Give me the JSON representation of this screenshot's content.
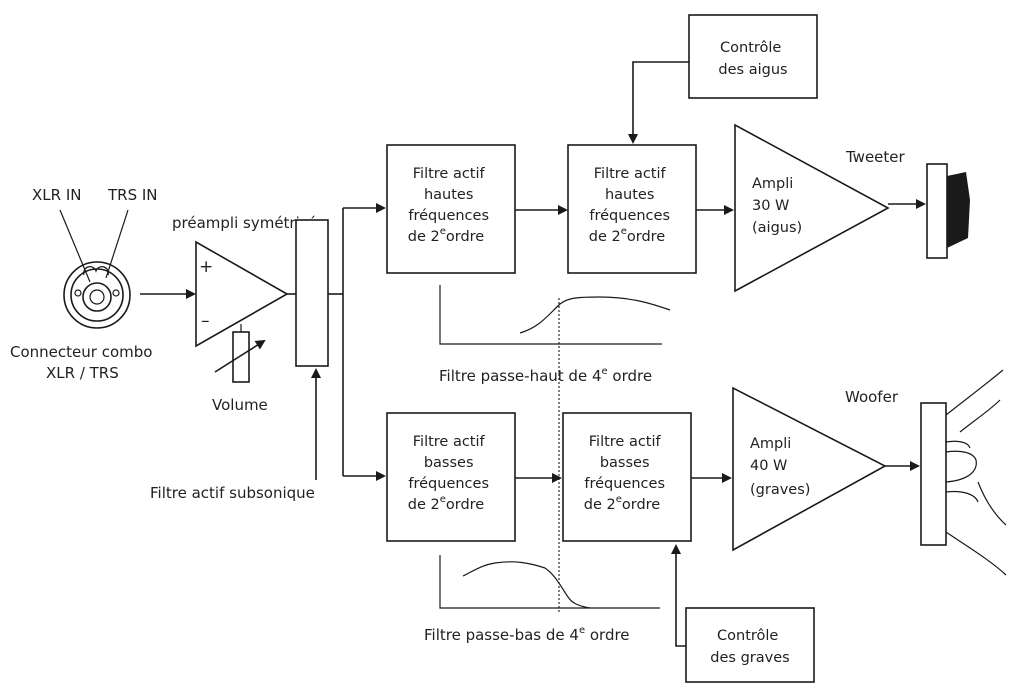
{
  "input": {
    "xlr_label": "XLR IN",
    "trs_label": "TRS IN",
    "connector_line1": "Connecteur combo",
    "connector_line2": "XLR / TRS"
  },
  "preamp": {
    "label": "préampli symétrisé",
    "plus": "+",
    "minus": "–",
    "volume_label": "Volume"
  },
  "subsonic_label": "Filtre actif subsonique",
  "high_chain": {
    "filter1": [
      "Filtre actif",
      "hautes",
      "fréquences",
      "de 2",
      "e",
      "ordre"
    ],
    "filter2": [
      "Filtre actif",
      "hautes",
      "fréquences",
      "de 2",
      "e",
      "ordre"
    ],
    "control": [
      "Contrôle",
      "des aigus"
    ],
    "amp": [
      "Ampli",
      "30 W",
      "(aigus)"
    ],
    "speaker_label": "Tweeter",
    "response_label": [
      "Filtre passe-haut de 4",
      "e",
      " ordre"
    ]
  },
  "low_chain": {
    "filter1": [
      "Filtre actif",
      "basses",
      "fréquences",
      "de 2",
      "e",
      "ordre"
    ],
    "filter2": [
      "Filtre actif",
      "basses",
      "fréquences",
      "de 2",
      "e",
      "ordre"
    ],
    "control": [
      "Contrôle",
      "des graves"
    ],
    "amp": [
      "Ampli",
      "40 W",
      "(graves)"
    ],
    "speaker_label": "Woofer",
    "response_label": [
      "Filtre passe-bas de 4",
      "e",
      " ordre"
    ]
  },
  "colors": {
    "line": "#1a1a1a",
    "text": "#222222",
    "background": "#ffffff"
  }
}
